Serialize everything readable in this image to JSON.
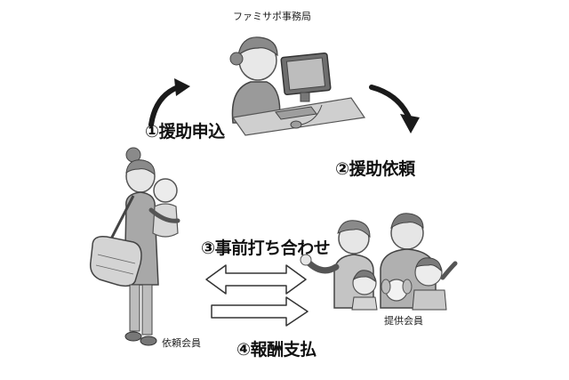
{
  "title": "ファミサポ事務局",
  "steps": {
    "s1": "①援助申込",
    "s2": "②援助依頼",
    "s3": "③事前打ち合わせ",
    "s4": "④報酬支払"
  },
  "members": {
    "requester": "依頼会員",
    "provider": "提供会員"
  }
}
